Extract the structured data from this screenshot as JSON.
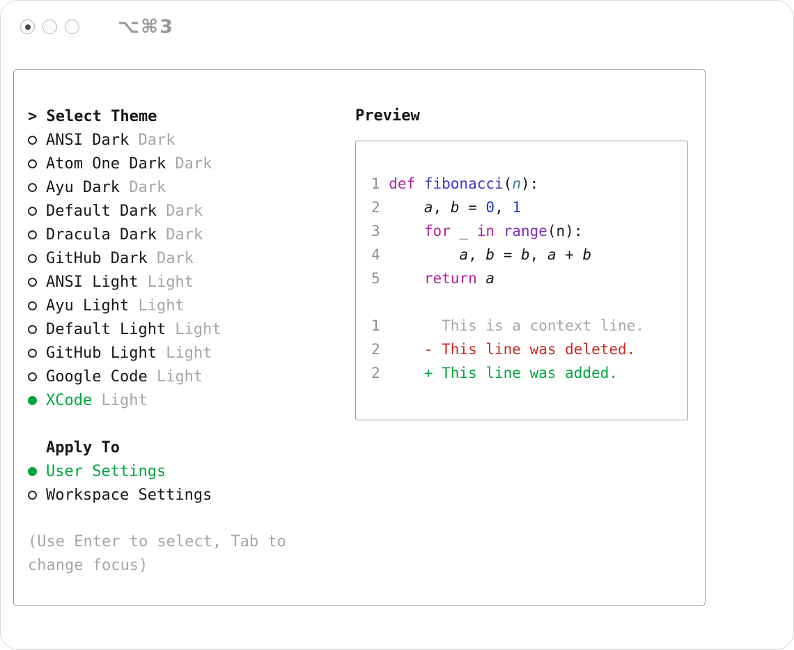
{
  "titlebar": {
    "shortcut": "⌥⌘3"
  },
  "panel": {
    "theme_selector": {
      "title_prefix": ">",
      "title": "Select Theme",
      "items": [
        {
          "name": "ANSI Dark",
          "variant": "Dark",
          "selected": false
        },
        {
          "name": "Atom One Dark",
          "variant": "Dark",
          "selected": false
        },
        {
          "name": "Ayu Dark",
          "variant": "Dark",
          "selected": false
        },
        {
          "name": "Default Dark",
          "variant": "Dark",
          "selected": false
        },
        {
          "name": "Dracula Dark",
          "variant": "Dark",
          "selected": false
        },
        {
          "name": "GitHub Dark",
          "variant": "Dark",
          "selected": false
        },
        {
          "name": "ANSI Light",
          "variant": "Light",
          "selected": false
        },
        {
          "name": "Ayu Light",
          "variant": "Light",
          "selected": false
        },
        {
          "name": "Default Light",
          "variant": "Light",
          "selected": false
        },
        {
          "name": "GitHub Light",
          "variant": "Light",
          "selected": false
        },
        {
          "name": "Google Code",
          "variant": "Light",
          "selected": false
        },
        {
          "name": "XCode",
          "variant": "Light",
          "selected": true
        }
      ]
    },
    "apply_to": {
      "title": "Apply To",
      "items": [
        {
          "name": "User Settings",
          "selected": true
        },
        {
          "name": "Workspace Settings",
          "selected": false
        }
      ]
    },
    "hint": "(Use Enter to select, Tab to change focus)"
  },
  "preview": {
    "title": "Preview",
    "code_lines": [
      {
        "num": "1",
        "tokens": [
          {
            "t": "def ",
            "c": "keyword"
          },
          {
            "t": "fibonacci",
            "c": "function"
          },
          {
            "t": "(",
            "c": "plain"
          },
          {
            "t": "n",
            "c": "param"
          },
          {
            "t": "):",
            "c": "plain"
          }
        ]
      },
      {
        "num": "2",
        "tokens": [
          {
            "t": "    ",
            "c": "plain"
          },
          {
            "t": "a",
            "c": "variable"
          },
          {
            "t": ", ",
            "c": "plain"
          },
          {
            "t": "b",
            "c": "variable"
          },
          {
            "t": " = ",
            "c": "plain"
          },
          {
            "t": "0",
            "c": "number"
          },
          {
            "t": ", ",
            "c": "plain"
          },
          {
            "t": "1",
            "c": "number"
          }
        ]
      },
      {
        "num": "3",
        "tokens": [
          {
            "t": "    ",
            "c": "plain"
          },
          {
            "t": "for",
            "c": "keyword"
          },
          {
            "t": " _ ",
            "c": "plain"
          },
          {
            "t": "in",
            "c": "keyword"
          },
          {
            "t": " ",
            "c": "plain"
          },
          {
            "t": "range",
            "c": "builtin"
          },
          {
            "t": "(n):",
            "c": "plain"
          }
        ]
      },
      {
        "num": "4",
        "tokens": [
          {
            "t": "        ",
            "c": "plain"
          },
          {
            "t": "a",
            "c": "variable"
          },
          {
            "t": ", ",
            "c": "plain"
          },
          {
            "t": "b",
            "c": "variable"
          },
          {
            "t": " = ",
            "c": "plain"
          },
          {
            "t": "b",
            "c": "variable"
          },
          {
            "t": ", ",
            "c": "plain"
          },
          {
            "t": "a",
            "c": "variable"
          },
          {
            "t": " + ",
            "c": "plain"
          },
          {
            "t": "b",
            "c": "variable"
          }
        ]
      },
      {
        "num": "5",
        "tokens": [
          {
            "t": "    ",
            "c": "plain"
          },
          {
            "t": "return",
            "c": "keyword"
          },
          {
            "t": " ",
            "c": "plain"
          },
          {
            "t": "a",
            "c": "variable"
          }
        ]
      }
    ],
    "diff_lines": [
      {
        "num": "1",
        "tokens": [
          {
            "t": "      This is a context line.",
            "c": "dim"
          }
        ]
      },
      {
        "num": "2",
        "tokens": [
          {
            "t": "    - This line was deleted.",
            "c": "red"
          }
        ]
      },
      {
        "num": "2",
        "tokens": [
          {
            "t": "    + This line was added.",
            "c": "green"
          }
        ]
      }
    ]
  },
  "colors": {
    "accent_green": "#00a63c",
    "diff_red": "#cb2b1d",
    "dim_gray": "#a6a6a6",
    "gutter_gray": "#8e8e93",
    "text_black": "#171717",
    "border_gray": "#999999",
    "radio_ring": "#2b2b2b",
    "keyword_magenta": "#b0209e",
    "function_blue": "#3d36c6",
    "builtin_purple": "#7c2fb8",
    "number_blue": "#1c36d3",
    "param_teal": "#2f7f91"
  }
}
